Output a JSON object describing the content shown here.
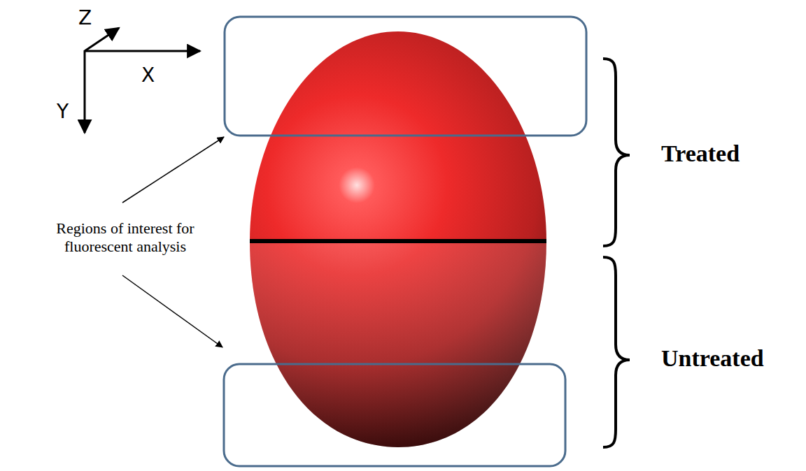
{
  "diagram": {
    "labels": [
      "Z",
      "X",
      "Y",
      "Regions of interest for fluorescent analysis",
      "Treated",
      "Untreated"
    ]
  }
}
